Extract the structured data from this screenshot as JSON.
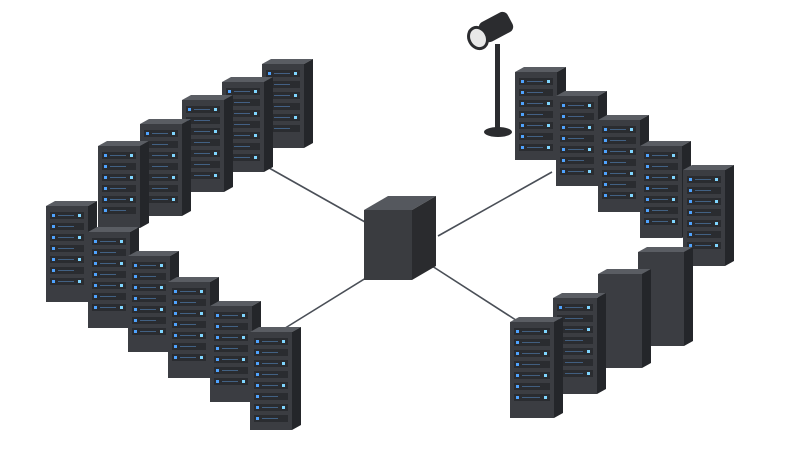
{
  "scene": {
    "background": "#ffffff",
    "colors": {
      "rack_front": "#3b3d42",
      "rack_side": "#24262a",
      "rack_top": "#5a5d63",
      "slot": "#2a2c30",
      "led_blue": "#4fa3ff",
      "led_cyan": "#7fd6ff",
      "cable": "#4a4f57",
      "hub_front": "#3a3c40",
      "hub_side": "#2a2b2e",
      "hub_top": "#55585e",
      "spotlight": "#2b2c2f"
    },
    "groups": [
      {
        "name": "rack-row-back-left",
        "rack_count": 5,
        "lit": true
      },
      {
        "name": "rack-row-front-left",
        "rack_count": 6,
        "lit": true
      },
      {
        "name": "rack-row-back-right",
        "rack_count": 5,
        "lit": true
      },
      {
        "name": "rack-row-front-right",
        "rack_count": 4,
        "lit_count": 2
      }
    ],
    "icons": {
      "hub": "network-hub-cube",
      "light": "spotlight-icon",
      "rack": "server-rack-icon"
    }
  }
}
